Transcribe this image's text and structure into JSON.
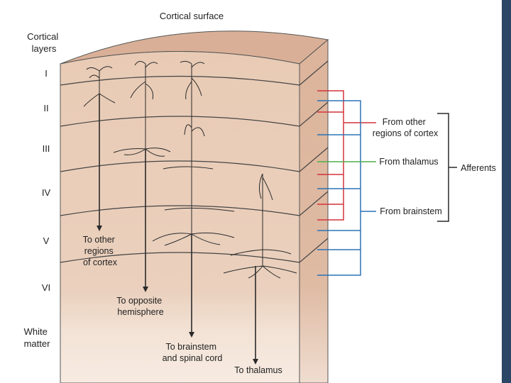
{
  "title": "Cortical surface",
  "layers_heading": [
    "Cortical",
    "layers"
  ],
  "layers": [
    "I",
    "II",
    "III",
    "IV",
    "V",
    "VI"
  ],
  "white_matter": [
    "White",
    "matter"
  ],
  "outputs": {
    "other_regions": [
      "To other",
      "regions",
      "of cortex"
    ],
    "opposite_hemisphere": [
      "To opposite",
      "hemisphere"
    ],
    "brainstem_spinal": [
      "To brainstem",
      "and spinal cord"
    ],
    "thalamus": [
      "To thalamus"
    ]
  },
  "afferent_sources": {
    "other_cortex": [
      "From other",
      "regions of cortex"
    ],
    "thalamus": "From thalamus",
    "brainstem": "From brainstem"
  },
  "afferents_label": "Afferents",
  "colors": {
    "red": "#d3343a",
    "blue": "#2b73b6",
    "green": "#4fae4a",
    "tissue": "#e8c8b0",
    "tissue_side": "#d9b298"
  }
}
